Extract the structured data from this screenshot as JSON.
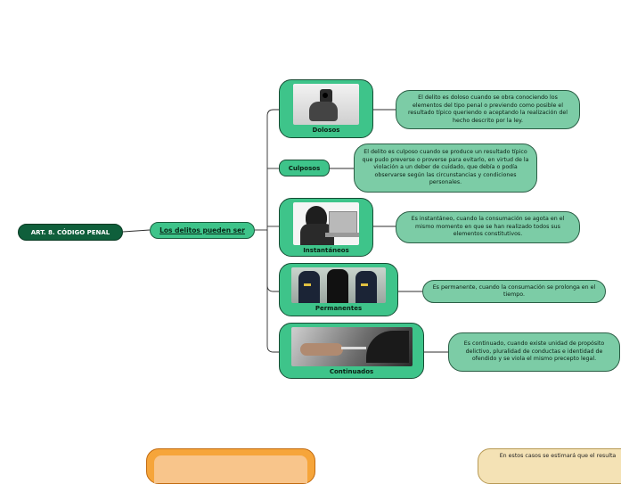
{
  "root": {
    "label": "ART. 8. CÓDIGO PENAL"
  },
  "mid": {
    "label": "Los delitos pueden ser"
  },
  "branches": [
    {
      "label": "Dolosos",
      "icon": "gun-photo",
      "description": "El delito es doloso cuando se obra conociendo los elementos del tipo penal o previendo como posible el resultado  típico queriendo o aceptando la realización del hecho descrito por la ley."
    },
    {
      "label": "Culposos",
      "description": "El delito es culposo cuando se produce un resultado típico que pudo preverse o proverse para evitarlo, en virtud de la violación a un deber de cuidado, que debía o podía observarse según las circunstancias y condiciones personales."
    },
    {
      "label": "Instantáneos",
      "icon": "hacker-laptop-photo",
      "description": "Es instantáneo, cuando la consumación se agota en el mismo momento en que se han realizado todos sus elementos constitutivos."
    },
    {
      "label": "Permanentes",
      "icon": "arrest-photo",
      "description": "Es permanente, cuando la consumación se prolonga en el tiempo."
    },
    {
      "label": "Continuados",
      "icon": "car-theft-photo",
      "description": "Es continuado, cuando existe unidad de propósito delictivo, pluralidad de conductas e identidad de ofendido y se viola el mismo precepto legal."
    }
  ],
  "bottom_note": {
    "text": "En estos casos se estimará que el resulta"
  },
  "colors": {
    "root": "#0f5f3b",
    "node": "#3ec48a",
    "desc": "#7ccca6",
    "orange": "#f6a53a",
    "beige": "#f4e2b5"
  }
}
